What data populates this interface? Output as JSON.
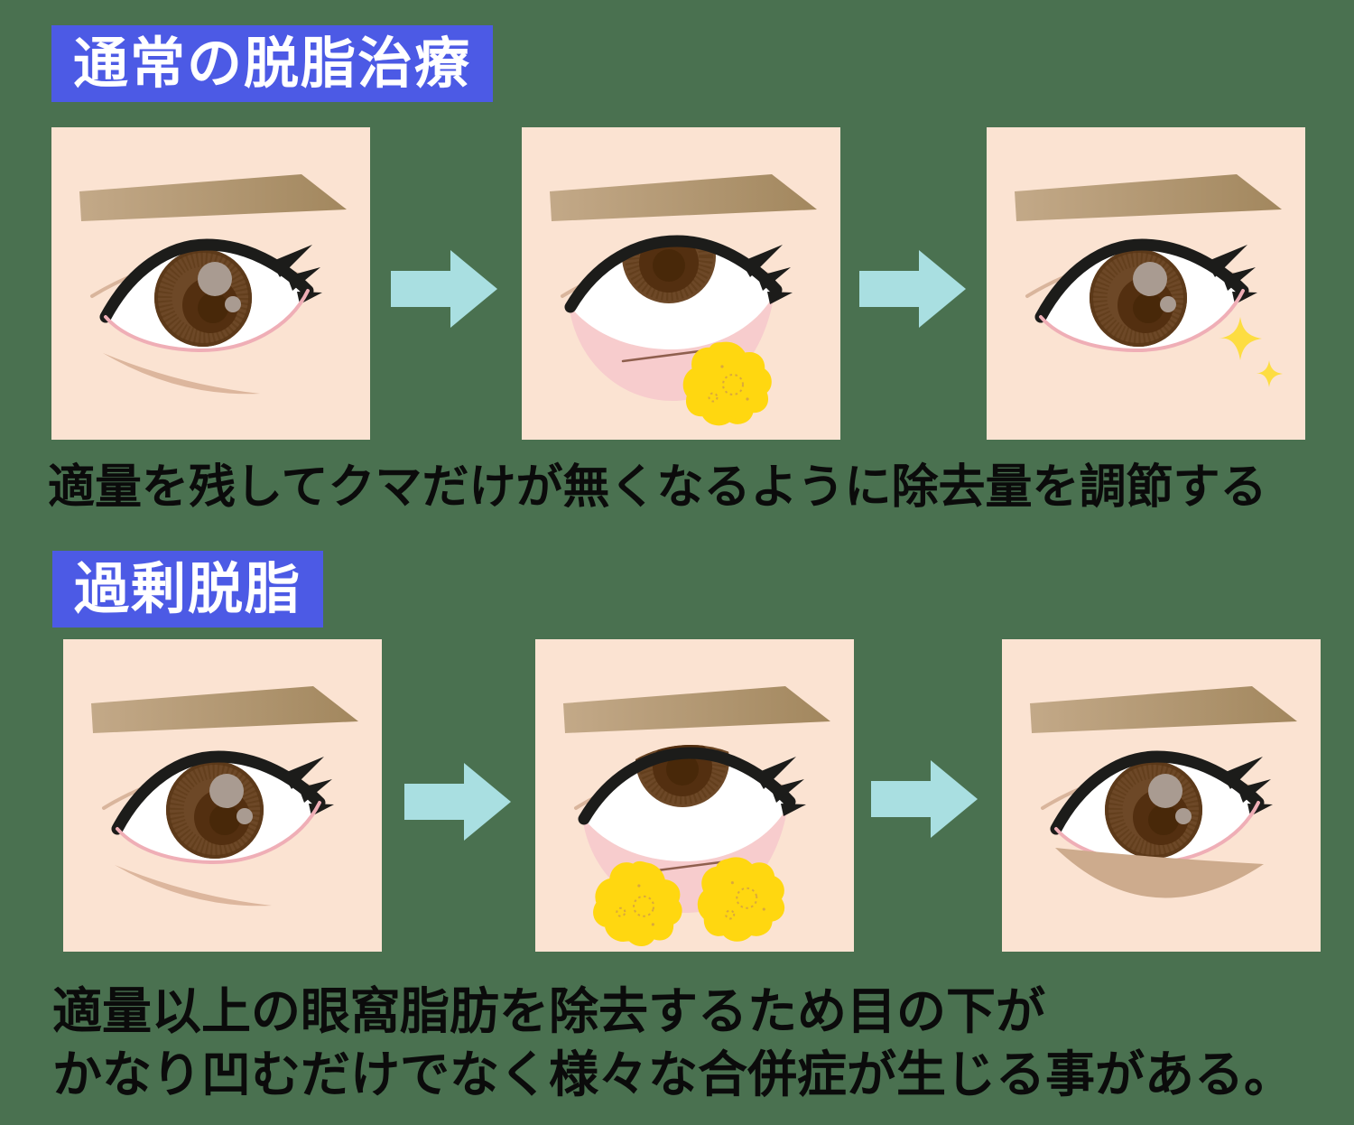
{
  "page": {
    "background_color": "#4A7150"
  },
  "colors": {
    "page_bg": "#4A7150",
    "badge_bg": "#4C5AE5",
    "badge_text": "#FFFFFF",
    "text_color": "#0B0B0B",
    "arrow": "#A9DFE1",
    "skin": "#FBE3D2",
    "fat_yellow": "#FFD710",
    "sparkle_yellow": "#FDDD41",
    "dark_circle": "#DCB69D",
    "hollow_shadow": "#CDAB8D",
    "everted_pink": "#F7CCCD",
    "iris_brown": "#6D4827",
    "eyebrow_left": "#C3A988",
    "eyebrow_right": "#A2875E"
  },
  "sections": [
    {
      "badge": "通常の脱脂治療",
      "caption": "適量を残してクマだけが無くなるように除去量を調節する",
      "steps": [
        {
          "illustration": "eye-with-dark-circle"
        },
        {
          "illustration": "eye-everted-lid-one-fat-blob"
        },
        {
          "illustration": "eye-clean-with-sparkles"
        }
      ]
    },
    {
      "badge": "過剰脱脂",
      "caption_lines": [
        "適量以上の眼窩脂肪を除去するため目の下が",
        "かなり凹むだけでなく様々な合併症が生じる事がある。"
      ],
      "steps": [
        {
          "illustration": "eye-with-dark-circle"
        },
        {
          "illustration": "eye-everted-lid-two-fat-blobs"
        },
        {
          "illustration": "eye-with-hollow-depression"
        }
      ]
    }
  ]
}
